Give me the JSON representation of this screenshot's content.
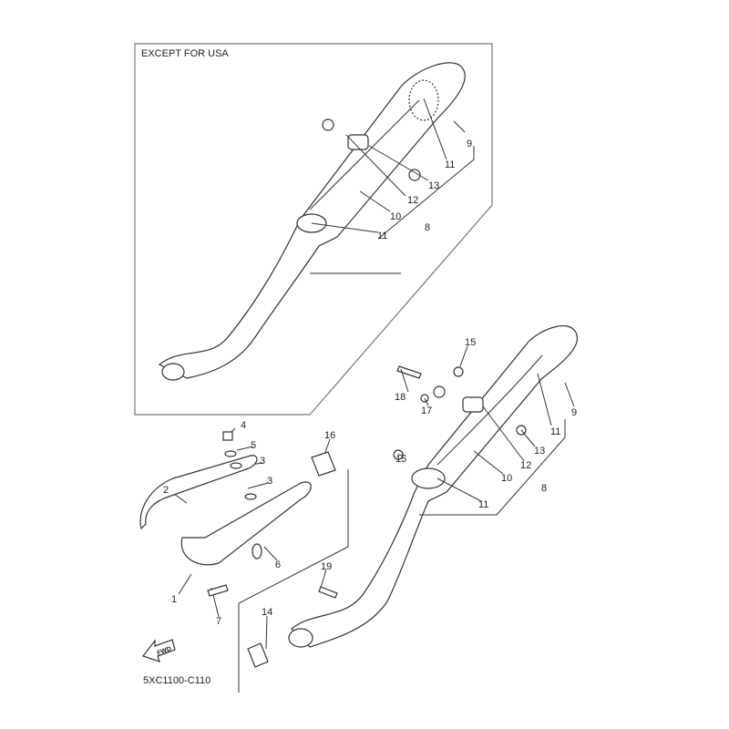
{
  "region_note": "EXCEPT FOR USA",
  "diagram_code": "5XC1100-C110",
  "fwd_label": "FWD",
  "callouts_top": [
    "9",
    "11",
    "13",
    "12",
    "10",
    "8",
    "11"
  ],
  "callouts_bottom": [
    "15",
    "18",
    "17",
    "15",
    "11",
    "9",
    "13",
    "12",
    "10",
    "8",
    "11",
    "16",
    "4",
    "5",
    "3",
    "3",
    "2",
    "6",
    "1",
    "7",
    "19",
    "14"
  ]
}
